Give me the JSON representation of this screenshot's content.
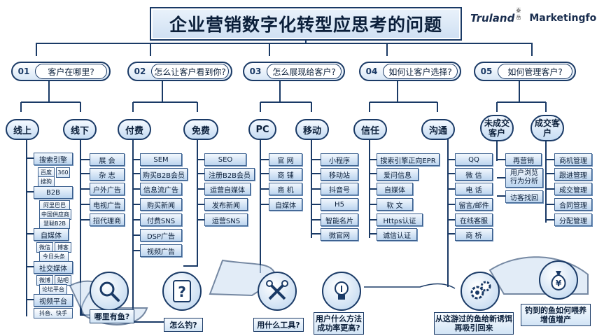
{
  "title": "企业营销数字化转型应思考的问题",
  "logo": {
    "brand": "Truland",
    "brand_cn": "泰岳",
    "partner": "Marketingforce"
  },
  "steps": [
    {
      "num": "01",
      "question": "客户在哪里?"
    },
    {
      "num": "02",
      "question": "怎么让客户看到你?"
    },
    {
      "num": "03",
      "question": "怎么展现给客户?"
    },
    {
      "num": "04",
      "question": "如何让客户选择?"
    },
    {
      "num": "05",
      "question": "如何管理客户?"
    }
  ],
  "categories": {
    "online": "线上",
    "offline": "线下",
    "paid": "付费",
    "free": "免费",
    "pc": "PC",
    "mobile": "移动",
    "trust": "信任",
    "communicate": "沟通",
    "not_deal": "未成交客户",
    "deal": "成交客户"
  },
  "online": {
    "search": "搜索引擎",
    "search_subs": [
      "百度",
      "360",
      "搜狗"
    ],
    "b2b": "B2B",
    "b2b_subs": [
      "阿里巴巴",
      "中国供应商",
      "慧聪B2B"
    ],
    "selfmedia": "自媒体",
    "selfmedia_subs": [
      "微信",
      "博客",
      "今日头条"
    ],
    "social": "社交媒体",
    "social_subs": [
      "微博",
      "贴吧",
      "论坛平台"
    ],
    "video": "视频平台",
    "video_subs": [
      "抖音、快手"
    ]
  },
  "offline": [
    "展 会",
    "杂 志",
    "户外广告",
    "电视广告",
    "招代理商"
  ],
  "paid": [
    "SEM",
    "购买B2B会员",
    "信息流广告",
    "购买新闻",
    "付费SNS",
    "DSP广告",
    "视频广告"
  ],
  "free": [
    "SEO",
    "注册B2B会员",
    "运营自媒体",
    "发布新闻",
    "运营SNS"
  ],
  "pc": [
    "官 网",
    "商 铺",
    "商 机",
    "自媒体"
  ],
  "mobile": [
    "小程序",
    "移动站",
    "抖音号",
    "H5",
    "智能名片",
    "微官网"
  ],
  "trust": [
    "搜索引擎正向EPR",
    "爱问信息",
    "自媒体",
    "软 文",
    "Https认证",
    "诚信认证"
  ],
  "communicate": [
    "QQ",
    "微 信",
    "电 话",
    "留言/邮件",
    "在线客服",
    "商 桥"
  ],
  "not_deal_items": [
    "再营销",
    "用户浏览行为分析",
    "访客找回"
  ],
  "deal_items": [
    "商机管理",
    "跟进管理",
    "成交管理",
    "合同管理",
    "分配管理"
  ],
  "bottom_labels": {
    "fish_where": "哪里有鱼?",
    "how_fish": "怎么钓?",
    "what_tool": "用什么工具?",
    "better_rate": "用户什么方法成功率更高?",
    "recall": "从这游过的鱼给新诱饵再吸引回来",
    "feed": "钓到的鱼如何喂养 增值增产"
  },
  "icons": [
    "magnifier-icon",
    "question-icon",
    "tools-icon",
    "lightbulb-icon",
    "gears-icon",
    "money-bag-icon"
  ],
  "colors": {
    "navy": "#1a3a66",
    "box_light": "#eaf2fb",
    "box_mid": "#bcd5ef"
  }
}
